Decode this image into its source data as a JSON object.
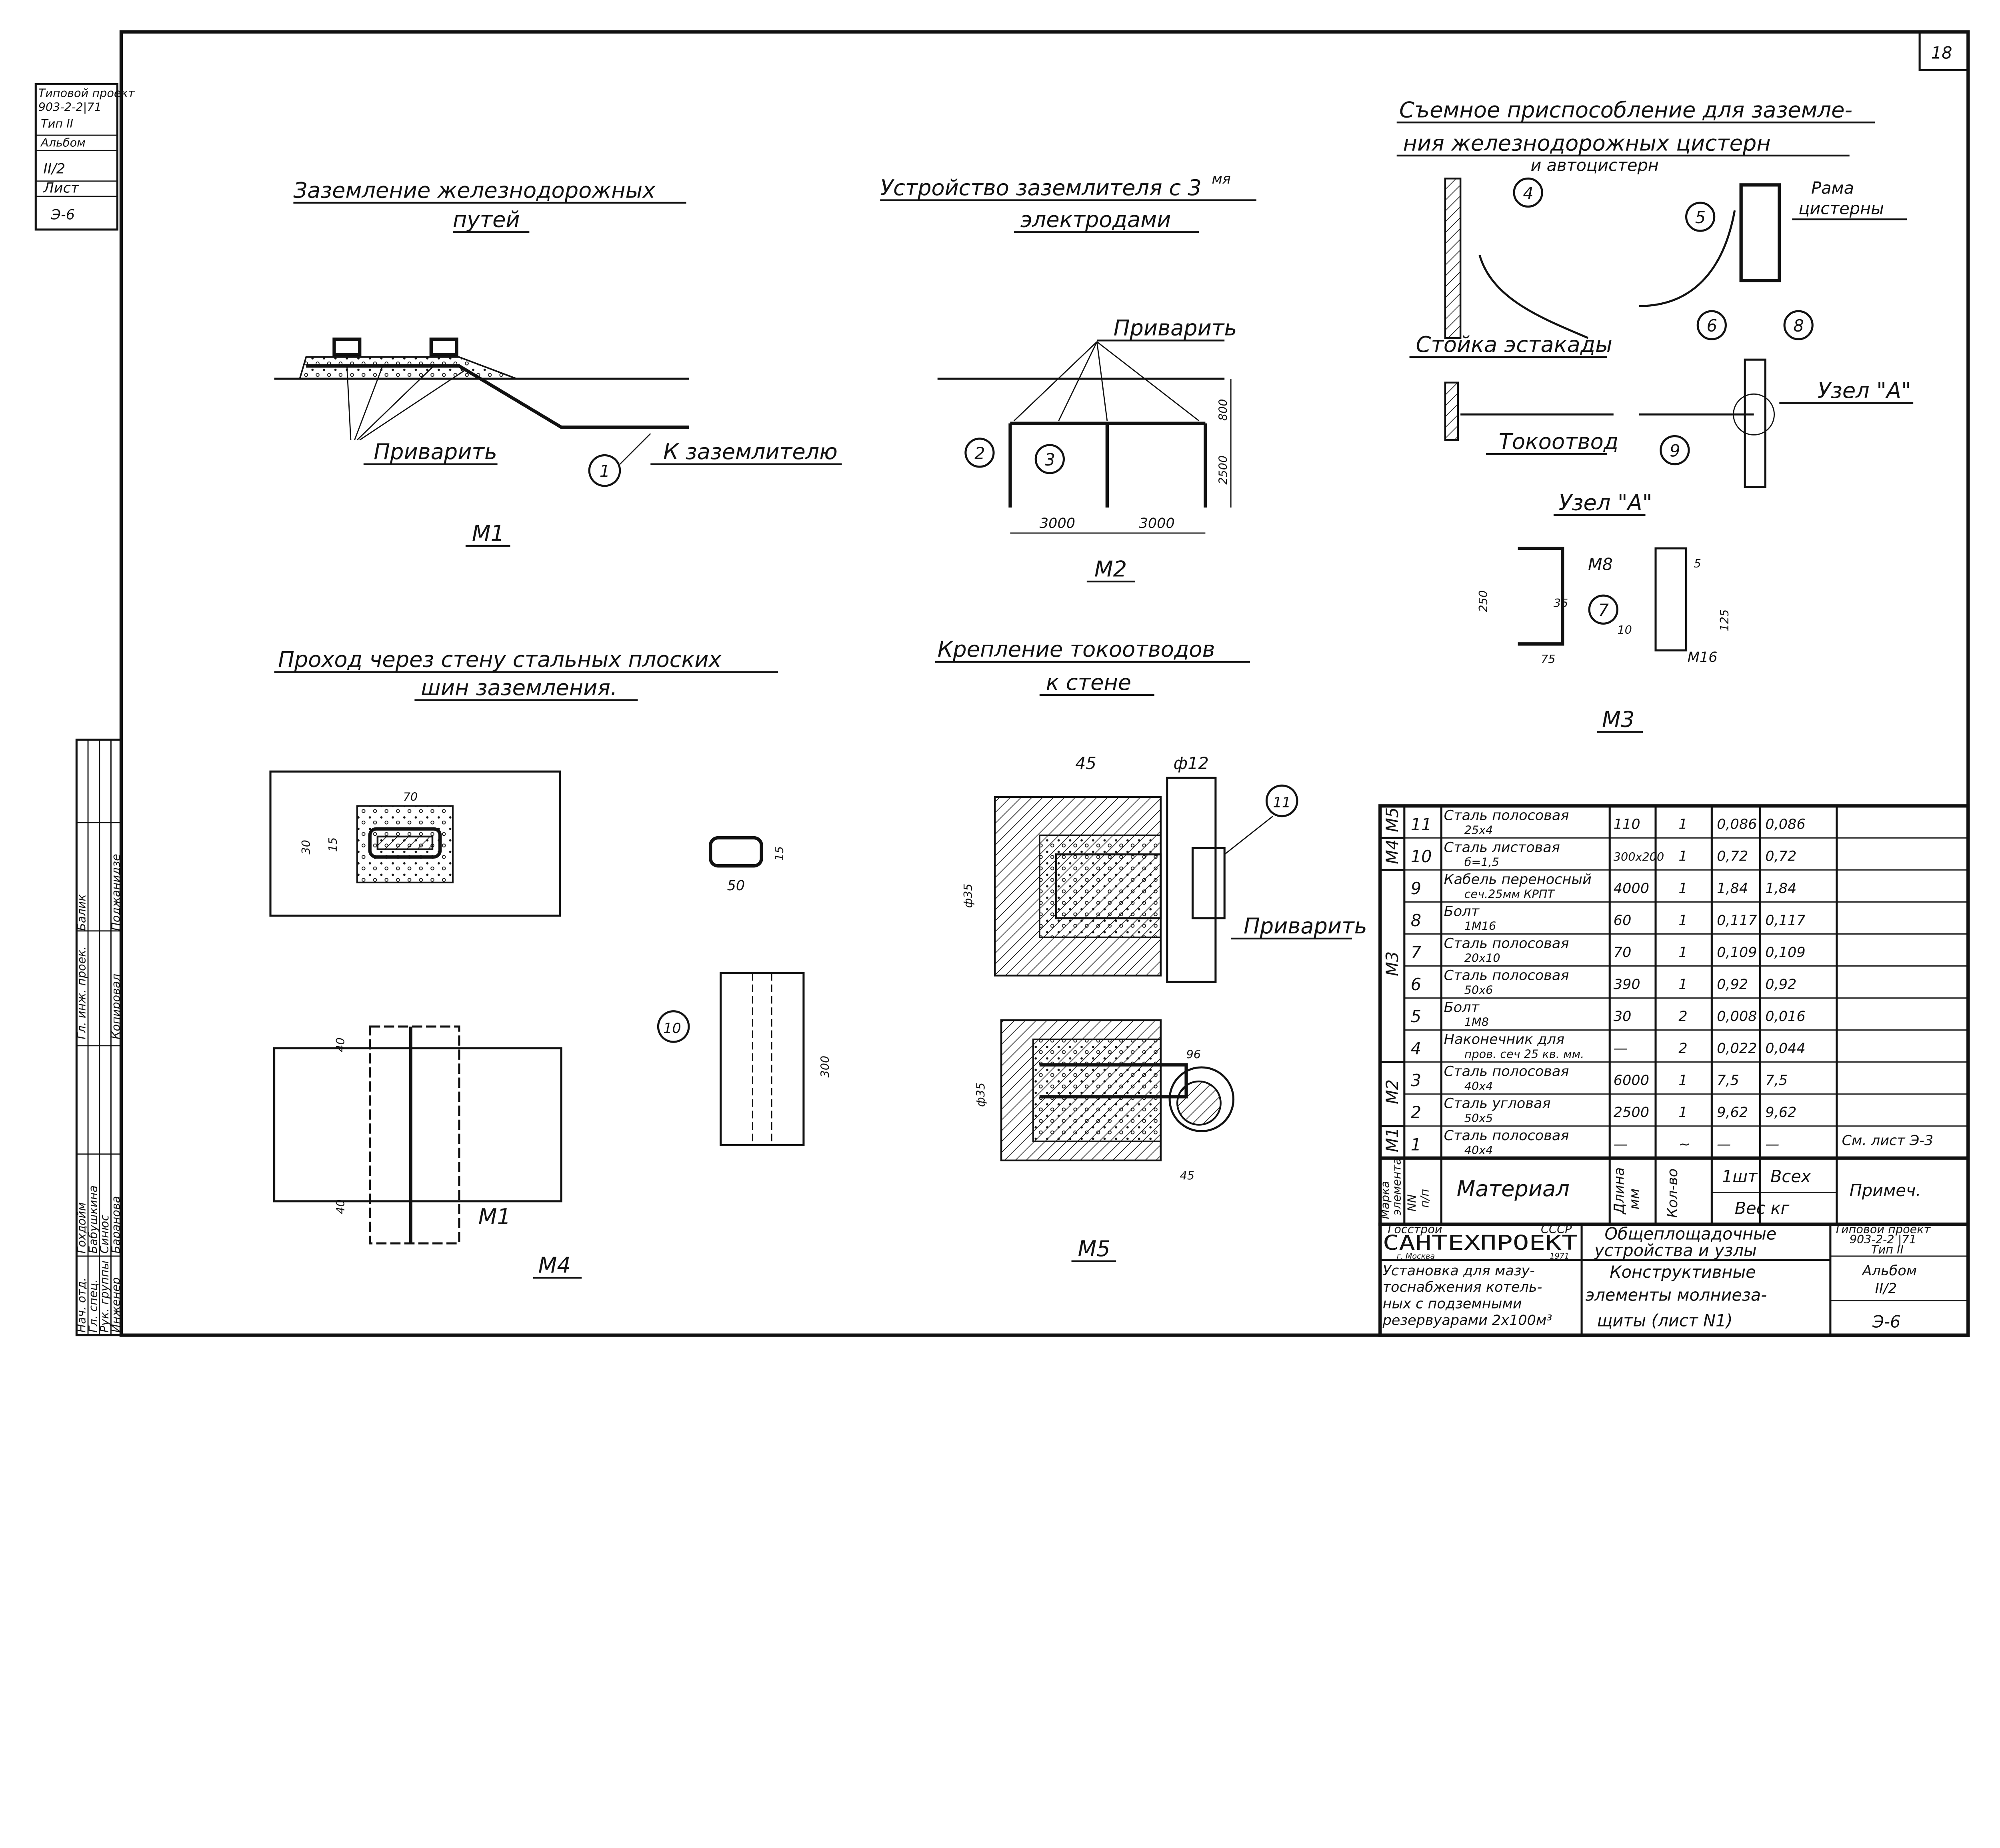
{
  "sheet_number": "18",
  "corner_stamp": {
    "line1": "Типовой проект",
    "line2": "903-2-2|71",
    "line3": "Тип II",
    "album_label": "Альбом",
    "album_value": "II/2",
    "sheet_label": "Лист",
    "sheet_value": "Э-6"
  },
  "drawings": {
    "m1": {
      "title_1": "Заземление железнодорожных",
      "title_2": "путей",
      "weld": "Приварить",
      "to_ground": "К заземлителю",
      "callout": "1",
      "mark": "М1"
    },
    "m2": {
      "title_1": "Устройство заземлителя с 3",
      "title_sup": "мя",
      "title_2": "электродами",
      "weld": "Приварить",
      "callout_a": "2",
      "callout_b": "3",
      "dim_depth": "800",
      "dim_height": "2500",
      "dim_span_1": "3000",
      "dim_span_2": "3000",
      "mark": "М2"
    },
    "m3": {
      "title_1": "Съемное приспособление для заземле-",
      "title_2": "ния железнодорожных цистерн",
      "title_3": "и автоцистерн",
      "frame_label_1": "Рама",
      "frame_label_2": "цистерны",
      "rack_label": "Стойка эстакады",
      "lead_label": "Токоотвод",
      "node_label": "Узел \"А\"",
      "node_title": "Узел \"А\"",
      "callouts": [
        "4",
        "5",
        "6",
        "8",
        "9",
        "7"
      ],
      "bolt_m8": "М8",
      "bolt_m16": "М16",
      "dim_250": "250",
      "dim_35": "35",
      "dim_75": "75",
      "dim_10": "10",
      "dim_5": "5",
      "dim_125": "125",
      "mark": "М3"
    },
    "m4": {
      "title_1": "Проход через стену стальных плоских",
      "title_2": "шин заземления.",
      "dim_70": "70",
      "dim_30": "30",
      "dim_15": "15",
      "dim_50": "50",
      "dim_15b": "15",
      "dim_300": "300",
      "dim_40a": "40",
      "dim_40b": "40",
      "callout": "10",
      "sub_mark": "М1",
      "mark": "М4"
    },
    "m5": {
      "title_1": "Крепление токоотводов",
      "title_2": "к стене",
      "dim_45": "45",
      "dim_d12": "ф12",
      "dim_d35": "ф35",
      "dim_d35b": "ф35",
      "dim_96": "96",
      "dim_45b": "45",
      "weld": "Приварить",
      "callout": "11",
      "mark": "М5"
    }
  },
  "spec_table": {
    "rows": [
      {
        "mark": "М5",
        "no": "11",
        "mat1": "Сталь полосовая",
        "mat2": "25x4",
        "len": "110",
        "qty": "1",
        "w1": "0,086",
        "wall": "0,086",
        "note": ""
      },
      {
        "mark": "М4",
        "no": "10",
        "mat1": "Сталь листовая",
        "mat2": "б=1,5",
        "len": "300x200",
        "qty": "1",
        "w1": "0,72",
        "wall": "0,72",
        "note": ""
      },
      {
        "mark": "",
        "no": "9",
        "mat1": "Кабель переносный",
        "mat2": "сеч.25мм КРПТ",
        "len": "4000",
        "qty": "1",
        "w1": "1,84",
        "wall": "1,84",
        "note": ""
      },
      {
        "mark": "",
        "no": "8",
        "mat1": "Болт",
        "mat2": "1М16",
        "len": "60",
        "qty": "1",
        "w1": "0,117",
        "wall": "0,117",
        "note": ""
      },
      {
        "mark": "М3",
        "no": "7",
        "mat1": "Сталь полосовая",
        "mat2": "20x10",
        "len": "70",
        "qty": "1",
        "w1": "0,109",
        "wall": "0,109",
        "note": ""
      },
      {
        "mark": "",
        "no": "6",
        "mat1": "Сталь полосовая",
        "mat2": "50x6",
        "len": "390",
        "qty": "1",
        "w1": "0,92",
        "wall": "0,92",
        "note": ""
      },
      {
        "mark": "",
        "no": "5",
        "mat1": "Болт",
        "mat2": "1М8",
        "len": "30",
        "qty": "2",
        "w1": "0,008",
        "wall": "0,016",
        "note": ""
      },
      {
        "mark": "",
        "no": "4",
        "mat1": "Наконечник для",
        "mat2": "пров. сеч 25 кв. мм.",
        "len": "—",
        "qty": "2",
        "w1": "0,022",
        "wall": "0,044",
        "note": ""
      },
      {
        "mark": "М2",
        "no": "3",
        "mat1": "Сталь полосовая",
        "mat2": "40x4",
        "len": "6000",
        "qty": "1",
        "w1": "7,5",
        "wall": "7,5",
        "note": ""
      },
      {
        "mark": "",
        "no": "2",
        "mat1": "Сталь угловая",
        "mat2": "50x5",
        "len": "2500",
        "qty": "1",
        "w1": "9,62",
        "wall": "9,62",
        "note": ""
      },
      {
        "mark": "М1",
        "no": "1",
        "mat1": "Сталь полосовая",
        "mat2": "40x4",
        "len": "—",
        "qty": "~",
        "w1": "—",
        "wall": "—",
        "note": "См. лист Э-3"
      }
    ],
    "header": {
      "mark": "Марка элемента",
      "no": "NN п/п",
      "material": "Материал",
      "length": "Длина мм",
      "qty": "Кол-во",
      "one": "1шт",
      "all": "Всех",
      "weight": "Вес кг",
      "note": "Примеч."
    }
  },
  "title_block": {
    "org_top_left": "Госстрой",
    "org_top_right": "СССР",
    "org_name": "САНТЕХПРОЕКТ",
    "org_city": "г. Москва",
    "org_year": "1971",
    "section_1": "Общеплощадочные",
    "section_2": "устройства и узлы",
    "project_1": "Типовой проект",
    "project_2": "903-2-2 |71",
    "project_3": "Тип II",
    "object_1": "Установка для мазу-",
    "object_2": "тоснабжения котель-",
    "object_3": "ных с подземными",
    "object_4": "резервуарами 2x100м³",
    "sheet_title_1": "Конструктивные",
    "sheet_title_2": "элементы молниеза-",
    "sheet_title_3": "щиты (лист N1)",
    "album_label": "Альбом",
    "album_value": "II/2",
    "sheet_code": "Э-6"
  },
  "signatures": {
    "rows": [
      {
        "role": "Нач. отд.",
        "name": "Гохдойм"
      },
      {
        "role": "Гл. спец.",
        "name": "Бабушкина"
      },
      {
        "role": "Рук. группы",
        "name": "Синюс"
      },
      {
        "role": "Инженер",
        "name": "Баранова"
      }
    ],
    "upper": [
      {
        "role": "Гл. инж. проек.",
        "name": "Балик"
      },
      {
        "role": "Копировал",
        "name": "Поджанидзе"
      }
    ]
  }
}
